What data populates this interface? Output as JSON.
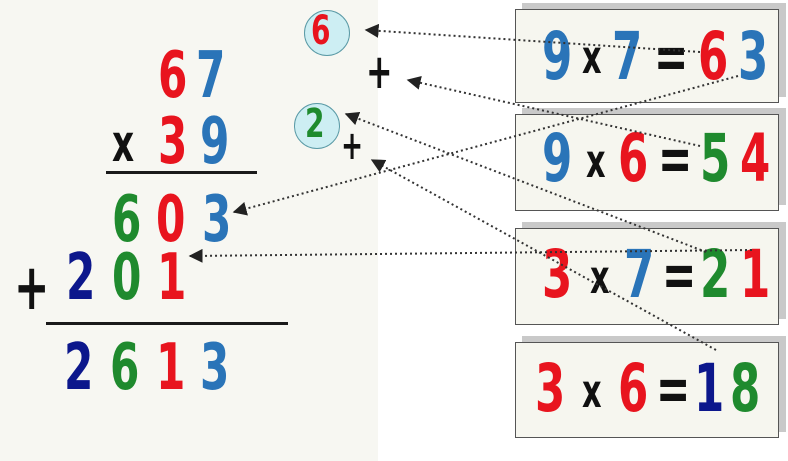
{
  "multiplicand": [
    "6",
    "7"
  ],
  "multiply_sign": "x",
  "multiplier": [
    "3",
    "9"
  ],
  "partial_product_1": [
    "6",
    "0",
    "3"
  ],
  "plus_sign": "+",
  "partial_product_2": [
    "2",
    "0",
    "1"
  ],
  "result": [
    "2",
    "6",
    "1",
    "3"
  ],
  "carries": [
    {
      "digit": "6",
      "sign": "+"
    },
    {
      "digit": "2",
      "sign": "+"
    }
  ],
  "facts": [
    {
      "a": "9",
      "op": "x",
      "b": "7",
      "eq": "=",
      "r1": "6",
      "r2": "3"
    },
    {
      "a": "9",
      "op": "x",
      "b": "6",
      "eq": "=",
      "r1": "5",
      "r2": "4"
    },
    {
      "a": "3",
      "op": "x",
      "b": "7",
      "eq": "=",
      "r1": "2",
      "r2": "1"
    },
    {
      "a": "3",
      "op": "x",
      "b": "6",
      "eq": "=",
      "r1": "1",
      "r2": "8"
    }
  ],
  "colors": {
    "red": "#e8141e",
    "blue": "#2a74b8",
    "green": "#1f8a2e",
    "navy": "#0c178c",
    "carry_fill": "#cdeef3"
  }
}
